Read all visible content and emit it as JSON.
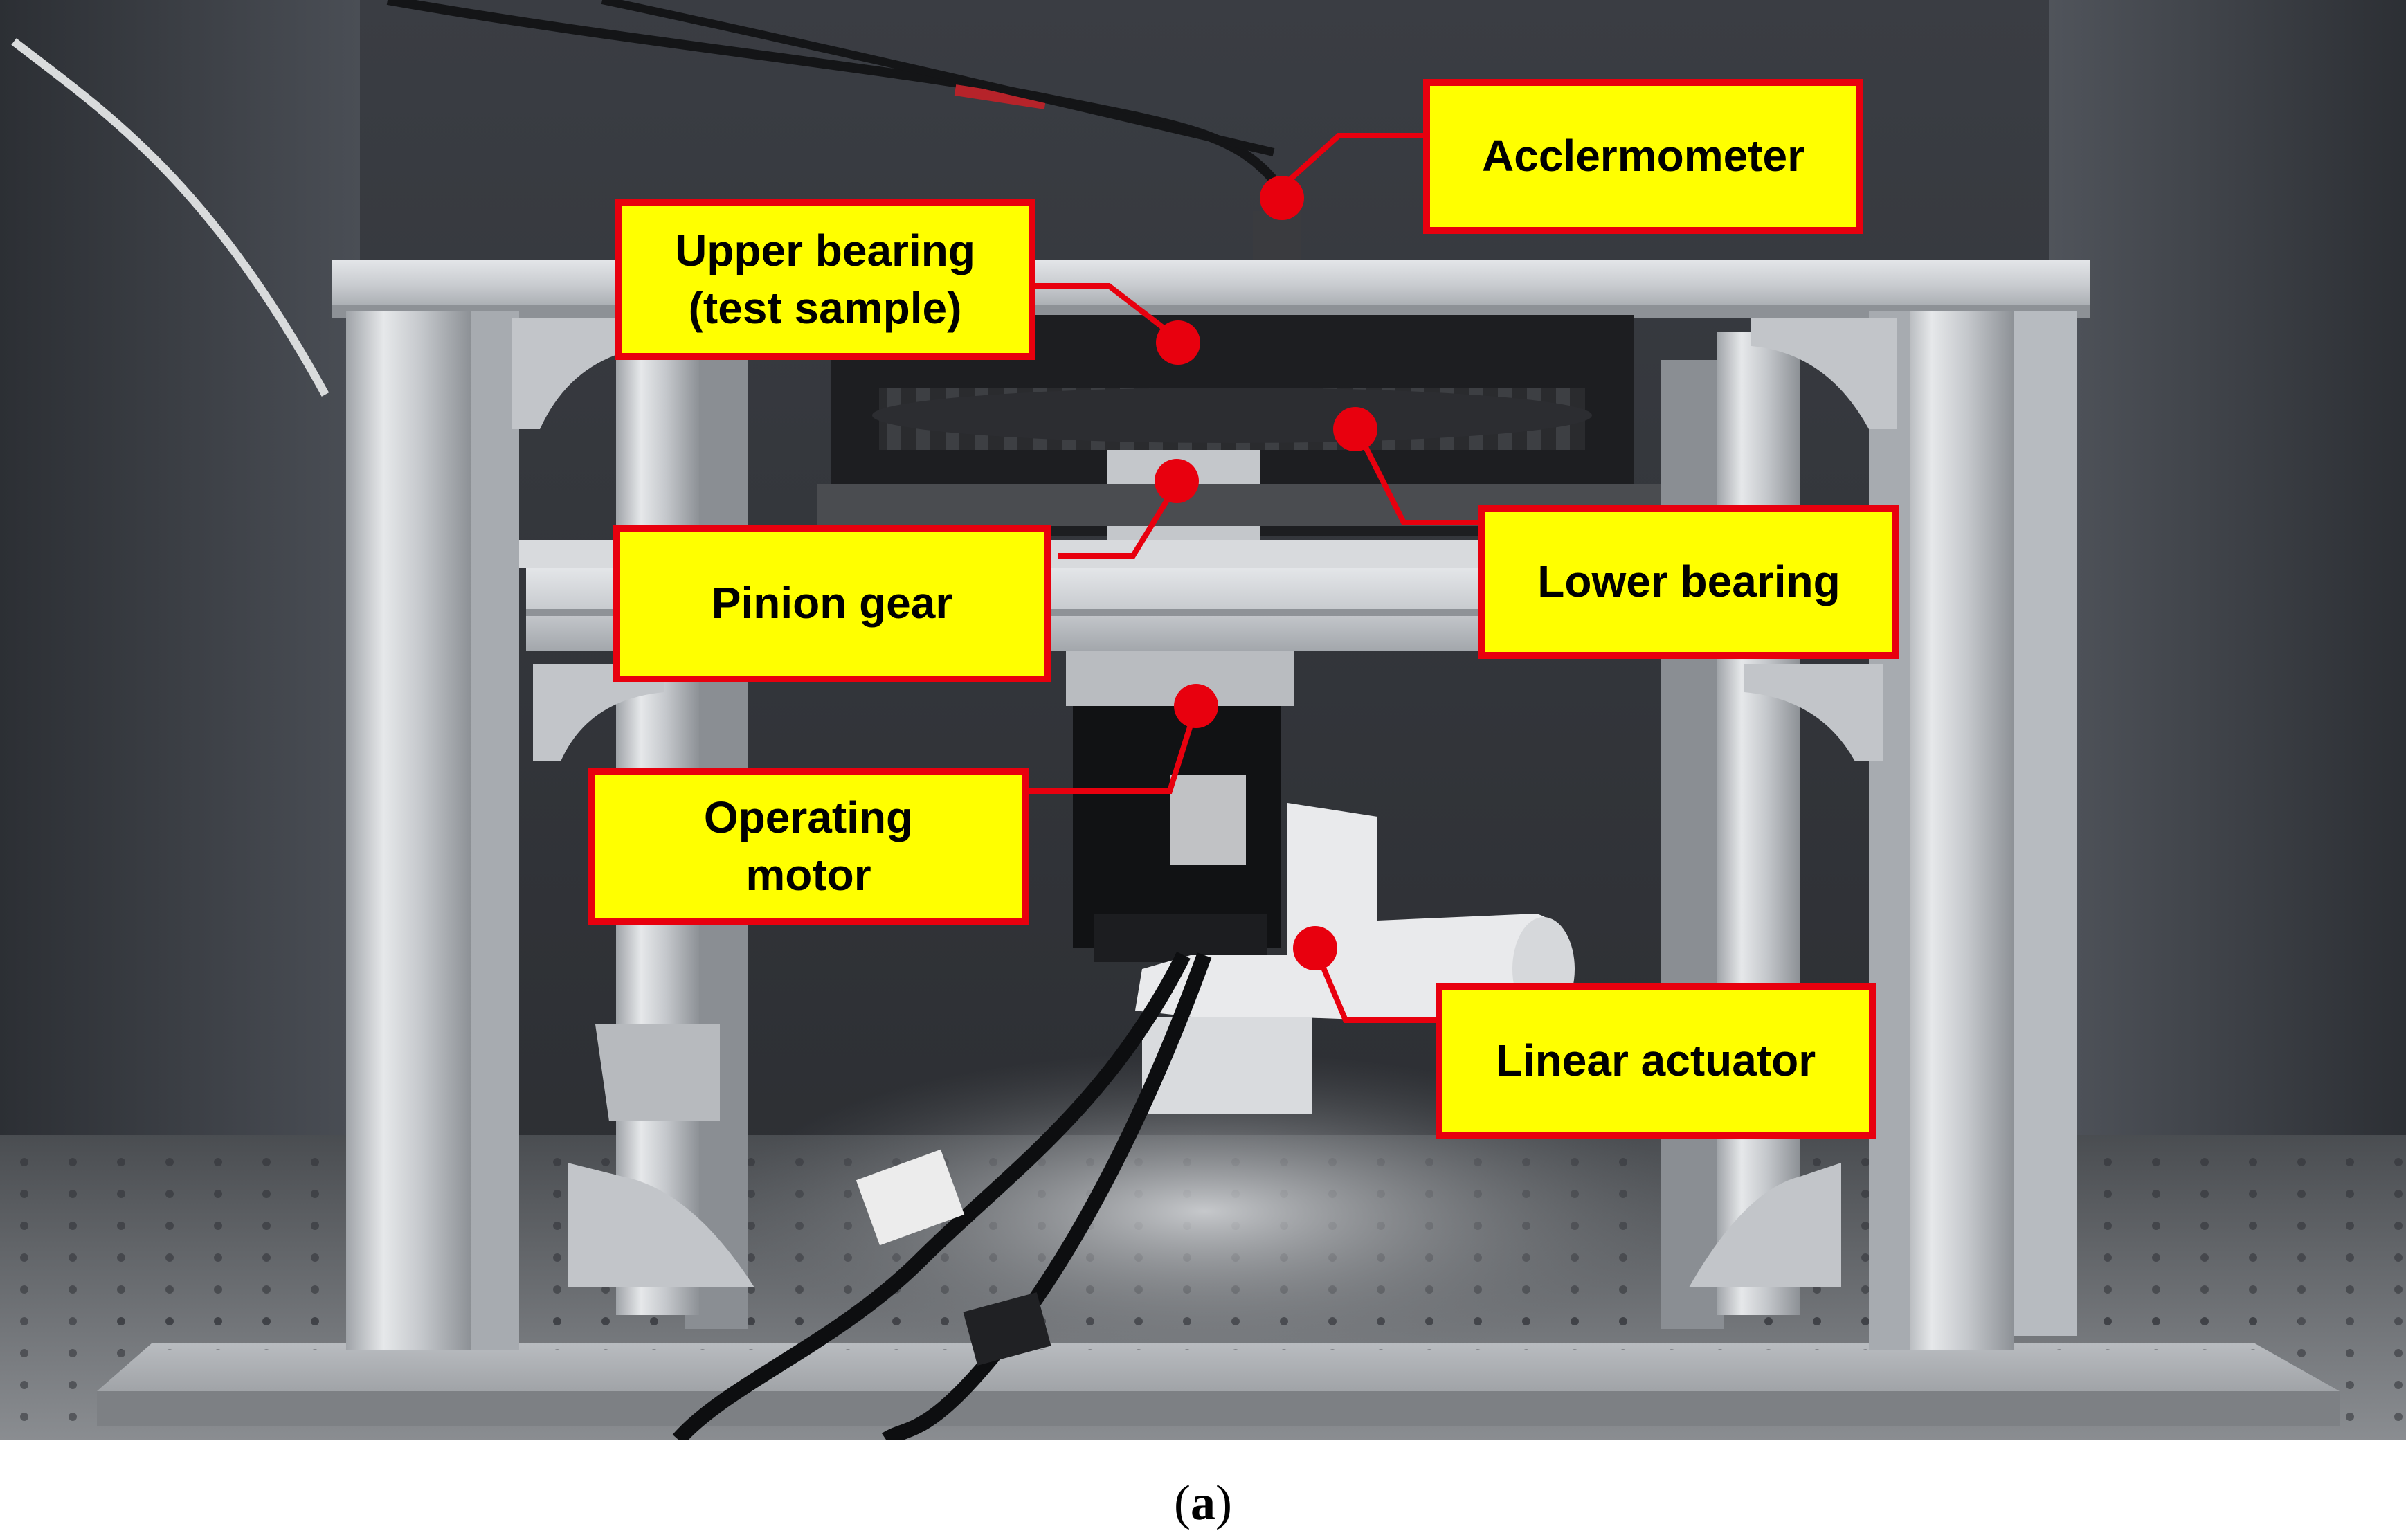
{
  "figure": {
    "caption_open": "(",
    "caption_letter": "a",
    "caption_close": ")",
    "colors": {
      "label_fill": "#ffff00",
      "label_border": "#e8000e",
      "marker": "#e8000e",
      "frame_aluminum": "#cfd2d6",
      "chamber_wall": "#3a3d42",
      "gear_dark": "#222326",
      "motor_body": "#111111",
      "actuator_body": "#e9eaec"
    },
    "labels": {
      "accelerometer": "Acclermometer",
      "upper_bearing_line1": "Upper bearing",
      "upper_bearing_line2": "(test sample)",
      "pinion_gear": "Pinion gear",
      "lower_bearing": "Lower bearing",
      "operating_motor_line1": "Operating",
      "operating_motor_line2": "motor",
      "linear_actuator": "Linear actuator"
    }
  }
}
